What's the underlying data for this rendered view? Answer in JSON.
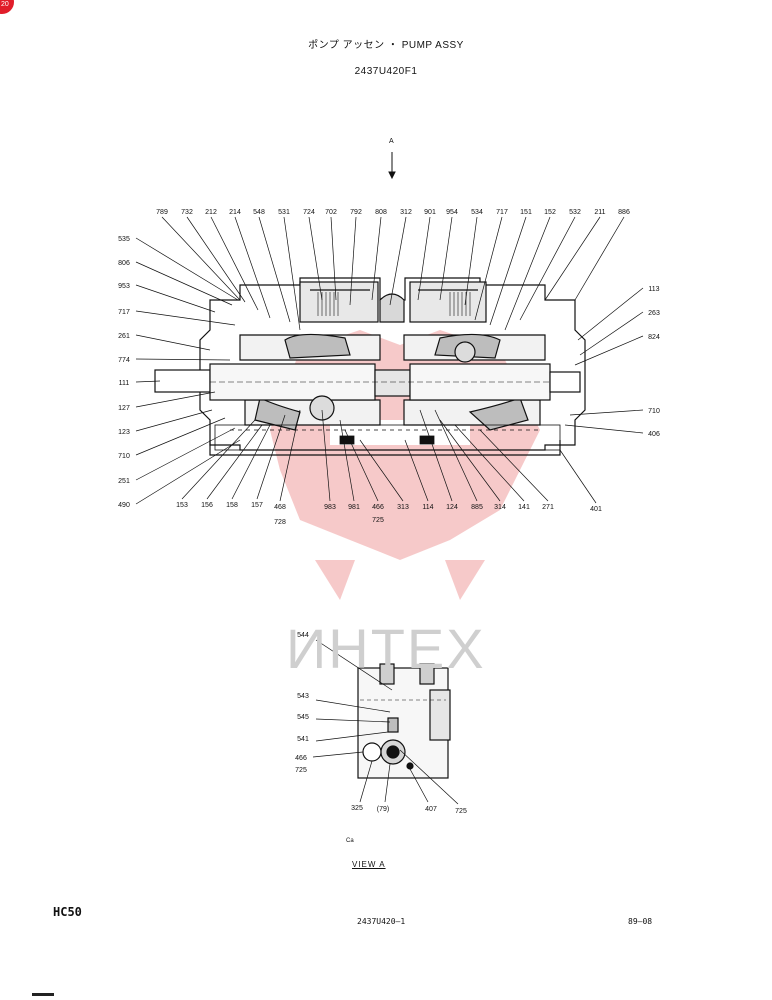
{
  "header": {
    "title": "ポンプ アッセン ・ PUMP ASSY",
    "part_number": "2437U420F1"
  },
  "view_arrow_label": "A",
  "watermark": "ИНТЕХ",
  "corner_badge": "20",
  "top_callouts": [
    "789",
    "732",
    "212",
    "214",
    "548",
    "531",
    "724",
    "702",
    "792",
    "808",
    "312",
    "901",
    "954",
    "534",
    "717",
    "151",
    "152",
    "532",
    "211",
    "886"
  ],
  "left_callouts": [
    "535",
    "806",
    "953",
    "717",
    "261",
    "774",
    "111",
    "127",
    "123",
    "710",
    "251",
    "490"
  ],
  "right_callouts": [
    "113",
    "263",
    "824",
    "710",
    "406"
  ],
  "bottom_callouts": [
    "153",
    "156",
    "158",
    "157",
    "468",
    "983",
    "981",
    "466",
    "313",
    "114",
    "124",
    "885",
    "314",
    "141",
    "271",
    "401"
  ],
  "bottom_sub_callouts": [
    "728",
    "725"
  ],
  "view_a_callouts": [
    "544",
    "543",
    "545",
    "541",
    "466",
    "725",
    "325",
    "(79)",
    "407",
    "725"
  ],
  "view_a_small": "Ca",
  "view_label": "VIEW A",
  "footer": {
    "model": "HC50",
    "drawing_number": "2437U420—1",
    "date": "89—08"
  },
  "colors": {
    "line": "#111111",
    "watermark": "#f0b0b0",
    "watermark_text": "#cfcfcf",
    "badge": "#e11d2a"
  }
}
